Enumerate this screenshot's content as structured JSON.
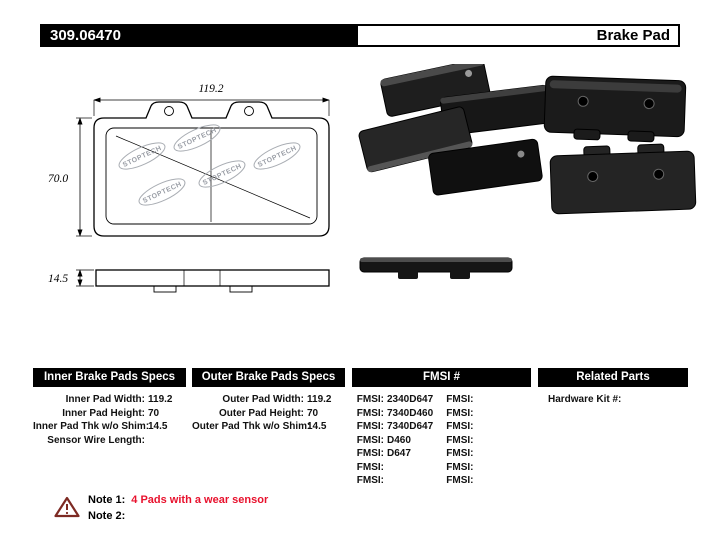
{
  "header": {
    "part_number": "309.06470",
    "product_type": "Brake Pad"
  },
  "drawing": {
    "brand": "STOPTECH",
    "dims": {
      "width": "119.2",
      "height": "70.0",
      "thickness": "14.5"
    }
  },
  "specs": {
    "inner": {
      "title": "Inner Brake Pads Specs",
      "rows": [
        {
          "label": "Inner Pad Width:",
          "value": "119.2"
        },
        {
          "label": "Inner Pad Height:",
          "value": "70"
        },
        {
          "label": "Inner Pad Thk w/o Shim:",
          "value": "14.5"
        },
        {
          "label": "Sensor Wire Length:",
          "value": ""
        }
      ]
    },
    "outer": {
      "title": "Outer Brake Pads Specs",
      "rows": [
        {
          "label": "Outer Pad Width:",
          "value": "119.2"
        },
        {
          "label": "Outer Pad Height:",
          "value": "70"
        },
        {
          "label": "Outer Pad Thk w/o Shim:",
          "value": "14.5"
        }
      ]
    },
    "fmsi": {
      "title": "FMSI #",
      "col1": [
        {
          "label": "FMSI:",
          "value": "2340D647"
        },
        {
          "label": "FMSI:",
          "value": "7340D460"
        },
        {
          "label": "FMSI:",
          "value": "7340D647"
        },
        {
          "label": "FMSI:",
          "value": "D460"
        },
        {
          "label": "FMSI:",
          "value": "D647"
        },
        {
          "label": "FMSI:",
          "value": ""
        },
        {
          "label": "FMSI:",
          "value": ""
        }
      ],
      "col2": [
        {
          "label": "FMSI:",
          "value": ""
        },
        {
          "label": "FMSI:",
          "value": ""
        },
        {
          "label": "FMSI:",
          "value": ""
        },
        {
          "label": "FMSI:",
          "value": ""
        },
        {
          "label": "FMSI:",
          "value": ""
        },
        {
          "label": "FMSI:",
          "value": ""
        },
        {
          "label": "FMSI:",
          "value": ""
        }
      ]
    },
    "related": {
      "title": "Related Parts",
      "rows": [
        {
          "label": "Hardware Kit #:",
          "value": ""
        }
      ]
    }
  },
  "notes": {
    "note1": {
      "label": "Note 1:",
      "text": "4 Pads with a wear sensor"
    },
    "note2": {
      "label": "Note 2:",
      "text": ""
    }
  },
  "colors": {
    "header_bg": "#000000",
    "note_text": "#e8112d"
  }
}
